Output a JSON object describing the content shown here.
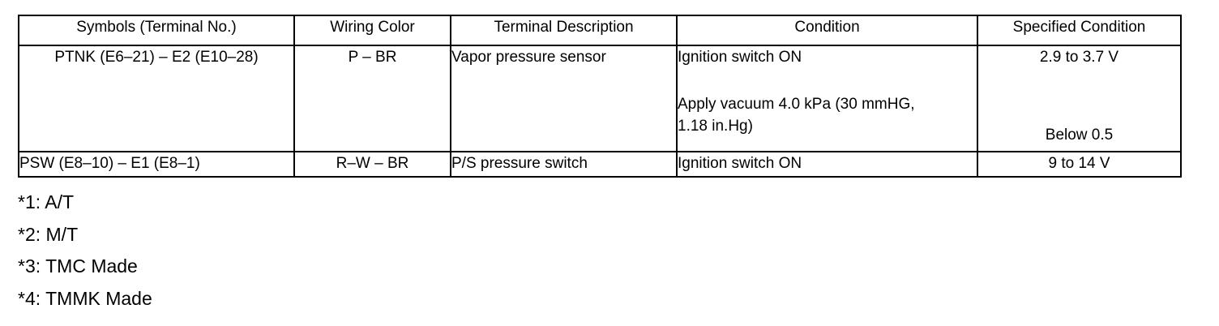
{
  "document": {
    "type": "automotive-service-manual-terminal-table"
  },
  "table": {
    "headers": [
      "Symbols (Terminal No.)",
      "Wiring Color",
      "Terminal Description",
      "Condition",
      "Specified Condition"
    ],
    "rows": [
      {
        "symbols": "PTNK (E6–21) – E2 (E10–28)",
        "wiring_color": "P – BR",
        "terminal_description": "Vapor pressure sensor",
        "condition_lines": [
          "Ignition switch ON",
          "Apply vacuum 4.0 kPa (30 mmHG,",
          "1.18 in.Hg)"
        ],
        "specified_condition_primary": "2.9 to 3.7 V",
        "specified_condition_secondary": "Below 0.5"
      },
      {
        "symbols": "PSW (E8–10) – E1 (E8–1)",
        "wiring_color": "R–W – BR",
        "terminal_description": "P/S pressure switch",
        "condition_lines": [
          "Ignition switch ON"
        ],
        "specified_condition_primary": "9 to 14 V",
        "specified_condition_secondary": ""
      }
    ]
  },
  "footnotes": [
    "*1: A/T",
    "*2: M/T",
    "*3: TMC Made",
    "*4: TMMK Made"
  ],
  "colors": {
    "text": "#000000",
    "background": "#ffffff",
    "border": "#000000"
  }
}
